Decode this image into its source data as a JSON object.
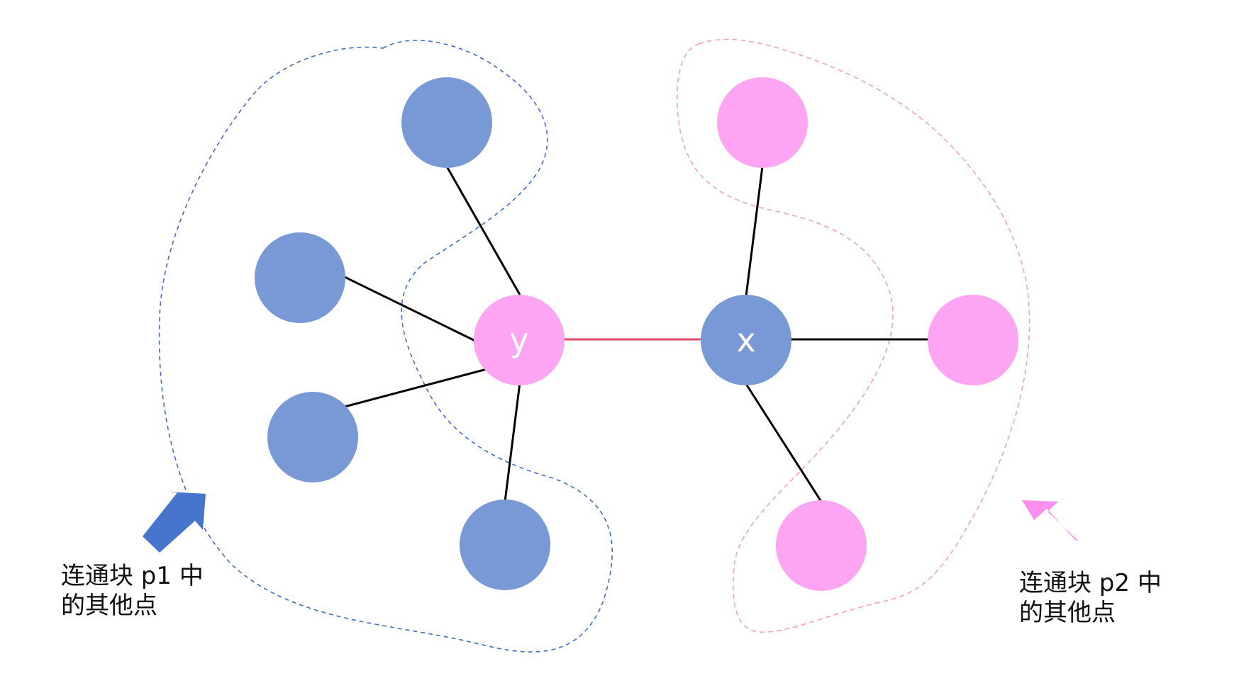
{
  "colors": {
    "blue_node": "#7899d6",
    "pink_node": "#fda5f3",
    "edge": "#000000",
    "bridge_edge": "#e34b62",
    "blue_region": "#3f6ec9",
    "pink_region": "#f5a3b4",
    "blue_arrow": "#4775cd",
    "pink_arrow": "#fb8ff0"
  },
  "nodes": {
    "y": {
      "label": "y"
    },
    "x": {
      "label": "x"
    }
  },
  "captions": {
    "p1": {
      "line1": "连通块 p1 中",
      "line2": "的其他点"
    },
    "p2": {
      "line1": "连通块 p2 中",
      "line2": "的其他点"
    }
  }
}
